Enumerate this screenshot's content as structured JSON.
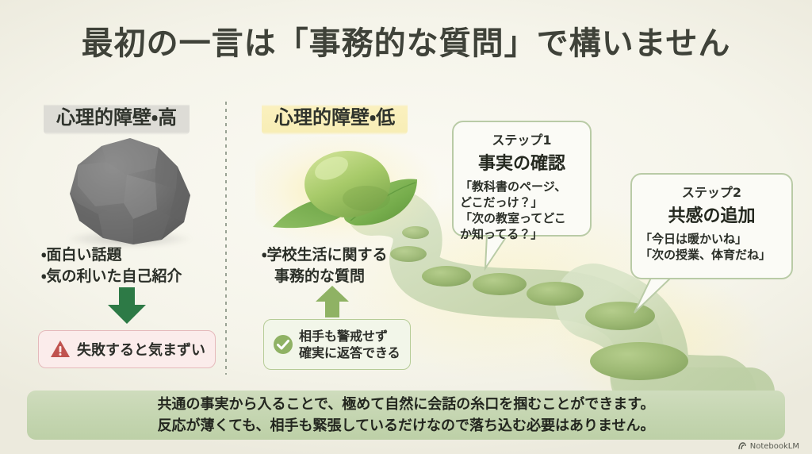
{
  "title": "最初の一言は「事務的な質問」で構いません",
  "columns": {
    "left": {
      "header": "心理的障壁・高",
      "illustration": "gray-rock",
      "bullets": [
        "・面白い話題",
        "・気の利いた自己紹介"
      ],
      "arrow": "down-arrow",
      "result": {
        "icon": "warning-triangle-icon",
        "label": "失敗すると気まずい",
        "bg": "#fbeceb",
        "border": "#e5b9bb",
        "icon_color": "#c0534f"
      }
    },
    "right": {
      "header": "心理的障壁・低",
      "illustration": "green-bud-on-leaf",
      "bullets": [
        "・学校生活に関する",
        "事務的な質問"
      ],
      "arrow": "up-arrow",
      "result": {
        "icon": "check-circle-icon",
        "label_line1": "相手も警戒せず",
        "label_line2": "確実に返答できる",
        "bg": "#f2f6e9",
        "border": "#b6cc97",
        "icon_color": "#8fb264"
      }
    }
  },
  "callouts": [
    {
      "step": "ステップ1",
      "heading": "事実の確認",
      "quotes": [
        "「教科書のページ、",
        "どこだっけ？」",
        "「次の教室ってどこ",
        "か知ってる？」"
      ]
    },
    {
      "step": "ステップ2",
      "heading": "共感の追加",
      "quotes": [
        "「今日は暖かいね」",
        "「次の授業、体育だね」"
      ]
    }
  ],
  "summary": {
    "line1": "共通の事実から入ることで、極めて自然に会話の糸口を掴むことができます。",
    "line2": "反応が薄くても、相手も緊張しているだけなので落ち込む必要はありません。"
  },
  "watermark": {
    "icon": "notebooklm-logo-icon",
    "label": "NotebookLM"
  },
  "colors": {
    "background": "#f5f4ea",
    "title_text": "#3f4239",
    "left_header_bg": "#dddcd6",
    "right_header_bg": "#faf0be",
    "path_green": "#c3d3ab",
    "stone_green": "#9cb873",
    "summary_bg": "#c4d5b0",
    "arrow_green": "#2f7a46",
    "arrow_light_green": "#8fb264"
  },
  "path": {
    "description": "winding stepping-stone path",
    "stones": 8
  }
}
